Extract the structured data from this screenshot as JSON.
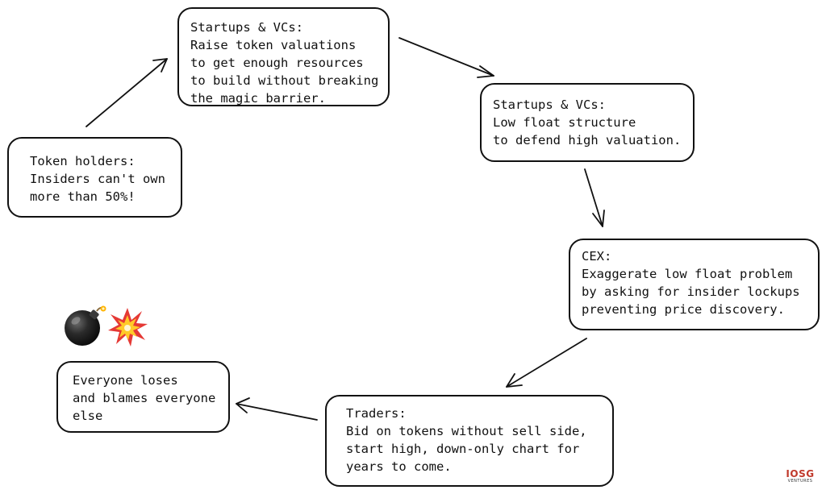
{
  "nodes": {
    "startups_raise": {
      "lines": [
        "Startups & VCs:",
        "Raise token valuations",
        "to get enough resources",
        "to build without breaking",
        "the magic barrier."
      ]
    },
    "startups_low_float": {
      "lines": [
        "Startups & VCs:",
        "Low float structure",
        "to defend high valuation."
      ]
    },
    "cex": {
      "lines": [
        "CEX:",
        "Exaggerate low float problem",
        "by asking for insider lockups",
        "preventing price discovery."
      ]
    },
    "traders": {
      "lines": [
        "Traders:",
        "Bid on tokens without sell side,",
        "start high, down-only chart for",
        "years to come."
      ]
    },
    "everyone_loses": {
      "lines": [
        "Everyone loses",
        "and blames everyone",
        "else"
      ]
    },
    "token_holders": {
      "lines": [
        "Token holders:",
        "Insiders can't own",
        "more than 50%!"
      ]
    }
  },
  "icons": {
    "bomb": "bomb-icon",
    "explosion": "explosion-icon"
  },
  "logo": {
    "main": "IOSG",
    "sub": "VENTURES",
    "color": "#c0392b"
  },
  "colors": {
    "stroke": "#111111",
    "background": "#ffffff"
  }
}
